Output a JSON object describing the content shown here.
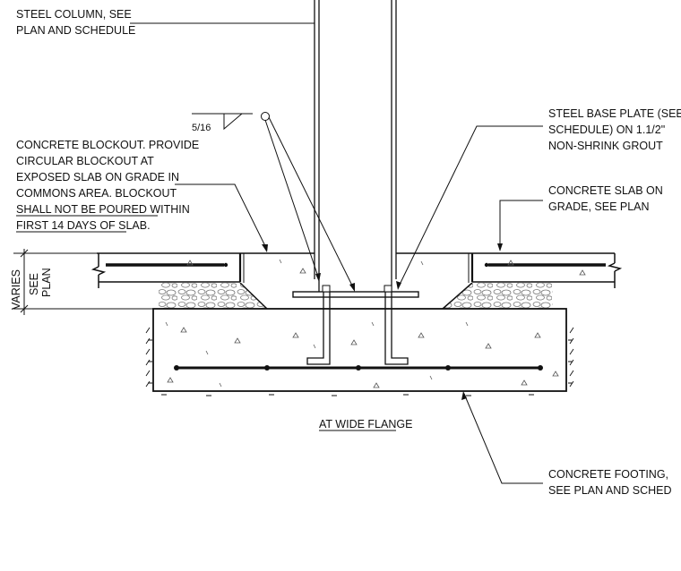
{
  "notes": {
    "steel_column": [
      "STEEL COLUMN, SEE",
      "PLAN AND SCHEDULE"
    ],
    "weld_size": "5/16",
    "blockout": [
      "CONCRETE BLOCKOUT. PROVIDE",
      "CIRCULAR BLOCKOUT AT",
      "EXPOSED SLAB ON GRADE IN",
      "COMMONS AREA. BLOCKOUT"
    ],
    "blockout_underlined": [
      "SHALL NOT BE POURED WITHIN",
      "FIRST 14 DAYS OF SLAB."
    ],
    "base_plate": [
      "STEEL BASE PLATE (SEE",
      "SCHEDULE) ON 1.1/2\"",
      "NON-SHRINK GROUT"
    ],
    "slab": [
      "CONCRETE SLAB ON",
      "GRADE, SEE PLAN"
    ],
    "varies": "VARIES",
    "see_plan": [
      "SEE",
      "PLAN"
    ],
    "title": "AT WIDE FLANGE",
    "footing": [
      "CONCRETE FOOTING,",
      "SEE PLAN AND SCHED"
    ]
  }
}
